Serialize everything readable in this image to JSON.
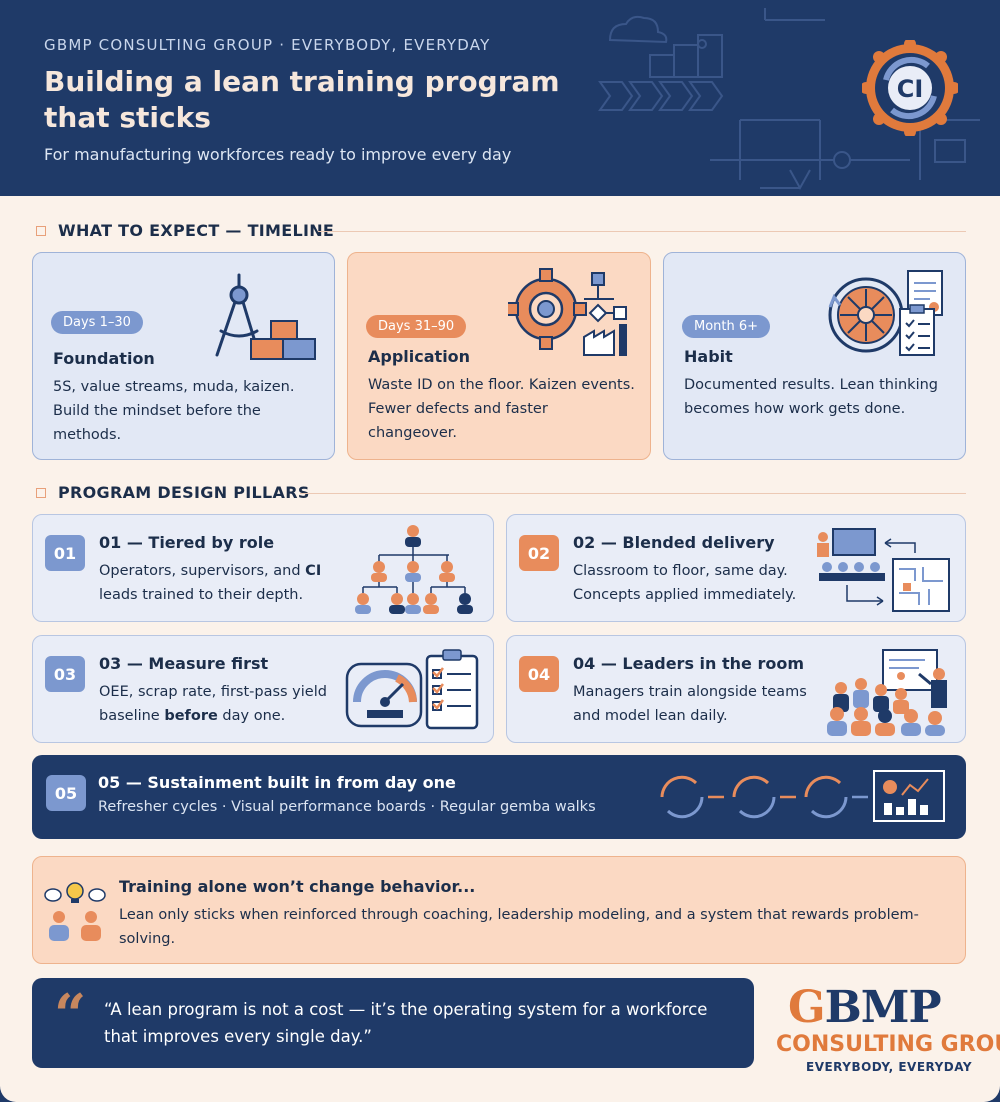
{
  "header": {
    "kicker": "GBMP CONSULTING GROUP · EVERYBODY, EVERYDAY",
    "title": "Building a lean training program that sticks",
    "subtitle": "For manufacturing workforces ready to improve every day",
    "badge": "CI"
  },
  "timeline": {
    "label": "WHAT TO EXPECT — TIMELINE",
    "cards": [
      {
        "pill": "Days 1–30",
        "title": "Foundation",
        "body": "5S, value streams, muda, kaizen. Build the mindset before the methods.",
        "icon": "compass-blocks-icon"
      },
      {
        "pill": "Days 31–90",
        "title": "Application",
        "body": "Waste ID on the floor. Kaizen events. Fewer defects and faster changeover.",
        "icon": "gear-process-icon"
      },
      {
        "pill": "Month 6+",
        "title": "Habit",
        "body": "Documented results. Lean thinking becomes how work gets done.",
        "icon": "cycle-documents-icon"
      }
    ]
  },
  "pillars": {
    "label": "PROGRAM DESIGN PILLARS",
    "items": [
      {
        "num": "01",
        "title": "01 — Tiered by role",
        "body_pre": "Operators, supervisors, and ",
        "body_bold": "CI",
        "body_post": " leads trained to their depth.",
        "icon": "org-chart-icon"
      },
      {
        "num": "02",
        "title": "02 — Blended delivery",
        "body_line1": "Classroom to floor, same day.",
        "body_line2": "Concepts applied immediately.",
        "icon": "classroom-floor-icon"
      },
      {
        "num": "03",
        "title": "03 — Measure first",
        "body_pre": "OEE, scrap rate, first-pass yield baseline ",
        "body_bold": "before",
        "body_post": " day one.",
        "icon": "gauge-checklist-icon"
      },
      {
        "num": "04",
        "title": "04 — Leaders in the room",
        "body_line1": "Managers train alongside teams",
        "body_line2": "and model lean daily.",
        "icon": "leader-presenting-icon"
      }
    ],
    "sustain": {
      "num": "05",
      "title": "05 — Sustainment built in from day one",
      "body": "Refresher cycles · Visual performance boards · Regular gemba walks",
      "icon": "refresh-cycles-board-icon"
    }
  },
  "warning": {
    "title": "Training alone won’t change behavior...",
    "body": "Lean only sticks when reinforced through coaching, leadership modeling, and a system that rewards problem-solving.",
    "icon": "people-ideas-icon"
  },
  "quote": {
    "mark": "“",
    "text": "“A lean program is not a cost — it’s the operating system for a workforce that improves every single day.”"
  },
  "logo": {
    "g": "G",
    "bmp": "BMP",
    "line2": "CONSULTING GROUP",
    "line3": "EVERYBODY, EVERYDAY"
  },
  "colors": {
    "navy": "#1f3a68",
    "orange": "#e88c5c",
    "blue": "#7c98cf",
    "cream": "#fbf2ea"
  }
}
